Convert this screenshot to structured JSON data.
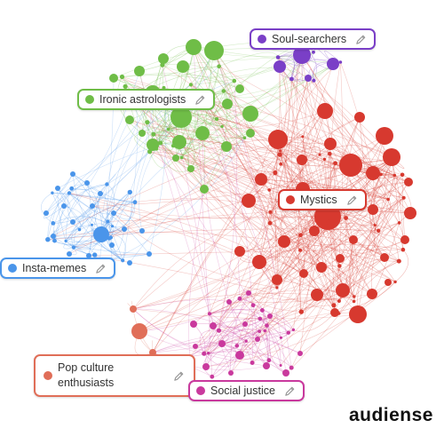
{
  "colors": {
    "soul": "#7a3fc7",
    "ironic": "#6fbd47",
    "mystic": "#d7392f",
    "insta": "#4a95ea",
    "pop": "#e06e58",
    "social": "#c9399d"
  },
  "clusters": [
    {
      "key": "soul",
      "label": "Soul-searchers",
      "icon": "pencil-icon"
    },
    {
      "key": "ironic",
      "label": "Ironic astrologists",
      "icon": "pencil-icon"
    },
    {
      "key": "mystic",
      "label": "Mystics",
      "icon": "pencil-icon"
    },
    {
      "key": "insta",
      "label": "Insta-memes",
      "icon": "pencil-icon"
    },
    {
      "key": "pop",
      "label": "Pop culture enthusiasts",
      "icon": "pencil-icon"
    },
    {
      "key": "social",
      "label": "Social justice",
      "icon": "pencil-icon"
    }
  ],
  "logo": "audiense"
}
